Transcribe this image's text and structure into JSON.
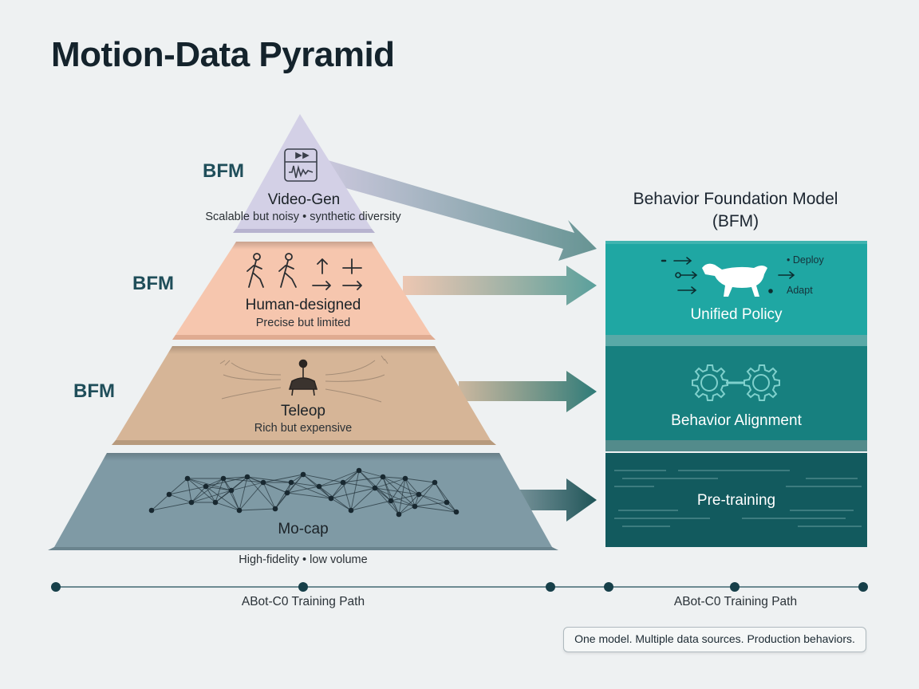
{
  "title": "Motion-Data Pyramid",
  "pyramid": {
    "tiers": [
      {
        "name": "Video-Gen",
        "description": "Scalable but noisy • synthetic diversity",
        "tag": "BFM",
        "color": "#d3d0e6",
        "icon": "video-waveform-icon"
      },
      {
        "name": "Human-designed",
        "description": "Precise but limited",
        "tag": "BFM",
        "color": "#f6c6ae",
        "icon": "walking-figures-arrows-icon"
      },
      {
        "name": "Teleop",
        "description": "Rich but expensive",
        "tag": "BFM",
        "color": "#d6b597",
        "icon": "joystick-icon"
      },
      {
        "name": "Mo-cap",
        "description": "High-fidelity • low volume",
        "color": "#7f9aa5",
        "icon": "point-network-icon"
      }
    ]
  },
  "bfm_panel": {
    "heading": "Behavior Foundation Model (BFM)",
    "stages": [
      {
        "label": "Unified Policy",
        "color": "#1fa7a3",
        "icon": "quadruped-robot-icon",
        "annotations": [
          "• Deploy",
          "Adapt"
        ]
      },
      {
        "label": "Behavior Alignment",
        "color": "#17807f",
        "icon": "gears-icon"
      },
      {
        "label": "Pre-training",
        "color": "#125a5e",
        "icon": "data-lines-icon"
      }
    ]
  },
  "timeline": {
    "labels": [
      "ABot-C0 Training Path",
      "ABot-C0 Training Path"
    ]
  },
  "tagline": "One model. Multiple data sources. Production behaviors."
}
